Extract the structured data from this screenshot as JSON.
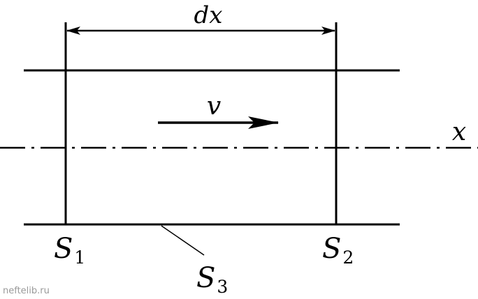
{
  "labels": {
    "width": "dx",
    "velocity": "v",
    "axis": "x",
    "section_1": {
      "base": "S",
      "sub": "1"
    },
    "section_2": {
      "base": "S",
      "sub": "2"
    },
    "section_3": {
      "base": "S",
      "sub": "3"
    }
  },
  "watermark": "neftelib.ru",
  "colors": {
    "ink": "#000000",
    "watermark": "#9a9a9a"
  }
}
